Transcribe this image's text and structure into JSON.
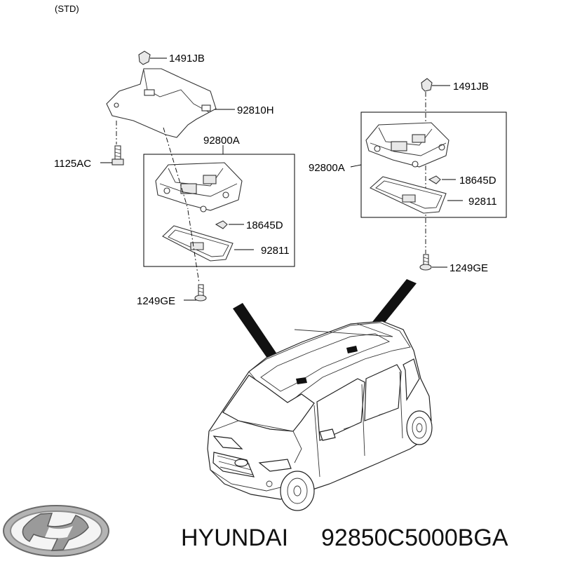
{
  "variant": "(STD)",
  "callouts": {
    "left": {
      "clip": "1491JB",
      "bracket": "92810H",
      "lamp_assembly": "92800A",
      "screw_top": "1125AC",
      "bulb": "18645D",
      "lens": "92811",
      "screw_bottom": "1249GE"
    },
    "right": {
      "clip": "1491JB",
      "lamp_assembly": "92800A",
      "bulb": "18645D",
      "lens": "92811",
      "screw_bottom": "1249GE"
    }
  },
  "brand": {
    "name": "HYUNDAI",
    "part_number": "92850C5000BGA",
    "logo": "hyundai-logo"
  },
  "colors": {
    "background": "#ffffff",
    "line": "#000000",
    "logo": "#9a9a9a"
  }
}
